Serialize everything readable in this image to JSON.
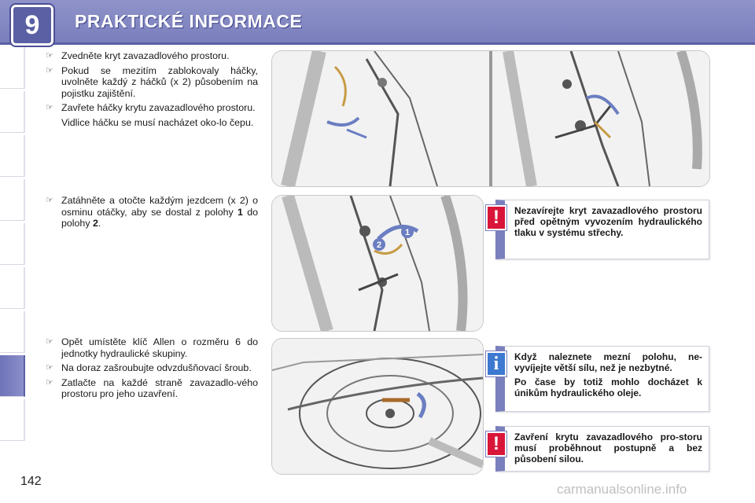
{
  "header": {
    "chapter": "9",
    "title": "PRAKTICKÉ INFORMACE"
  },
  "page_number": "142",
  "watermark": "carmanualsonline.info",
  "bullet_symbol": "☞",
  "section1": {
    "items": [
      "Zvedněte kryt zavazadlového prostoru.",
      "Pokud se mezitím zablokovaly háčky, uvolněte každý z háčků (x 2) působením na pojistku zajištění.",
      "Zavřete háčky krytu zavazadlového prostoru."
    ],
    "sub": "Vidlice háčku se musí nacházet oko-lo čepu."
  },
  "section2": {
    "pre": "Zatáhněte a otočte každým jezdcem (x 2) o osminu otáčky, aby se dostal z polohy ",
    "from": "1",
    "mid": " do polohy ",
    "to": "2",
    "end": "."
  },
  "section3": {
    "items": [
      "Opět umístěte klíč Allen o rozměru 6 do jednotky hydraulické skupiny.",
      "Na doraz zašroubujte odvzdušňovací šroub.",
      "Zatlačte na každé straně zavazadlo-vého prostoru pro jeho uzavření."
    ]
  },
  "notes": {
    "warning1": {
      "icon": "!",
      "text": "Nezavírejte kryt zavazadlového prostoru před opětným vyvozením hydraulického tlaku v systému střechy."
    },
    "info": {
      "icon": "i",
      "p1": "Když naleznete mezní polohu, ne-vyvíjejte větší sílu, než je nezbytné.",
      "p2": "Po čase by totiž mohlo docházet k únikům hydraulického oleje."
    },
    "warning2": {
      "icon": "!",
      "text": "Zavření krytu zavazadlového pro-storu musí proběhnout postupně a bez působení silou."
    }
  },
  "figure_labels": {
    "step1": "1",
    "step2": "2"
  },
  "colors": {
    "accent": "#7a7fbd",
    "warning": "#d9163a",
    "info": "#3d79d0"
  },
  "icons": {
    "chapter": "chapter-number-icon",
    "bullet": "pointing-hand-icon",
    "warning": "exclamation-icon",
    "info": "info-icon"
  }
}
